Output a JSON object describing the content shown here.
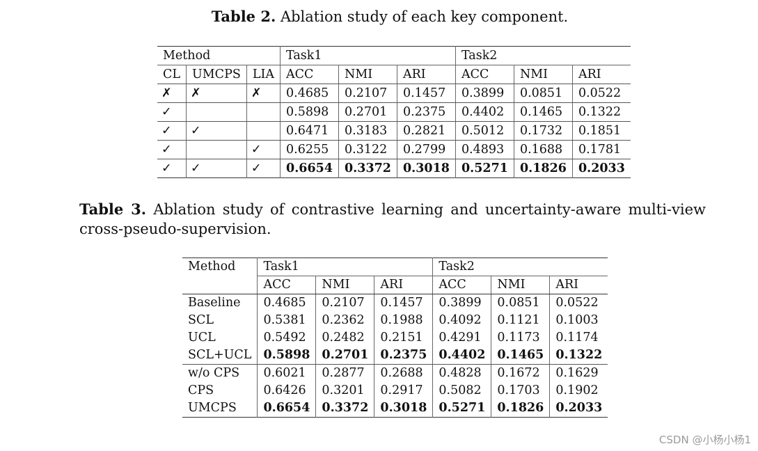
{
  "table2": {
    "caption_label": "Table 2.",
    "caption_text": "Ablation study of each key component.",
    "group_header": "Method",
    "task1": "Task1",
    "task2": "Task2",
    "col_headers": [
      "CL",
      "UMCPS",
      "LIA",
      "ACC",
      "NMI",
      "ARI",
      "ACC",
      "NMI",
      "ARI"
    ],
    "rows": [
      {
        "cl": "✗",
        "umcps": "✗",
        "lia": "✗",
        "v": [
          "0.4685",
          "0.2107",
          "0.1457",
          "0.3899",
          "0.0851",
          "0.0522"
        ]
      },
      {
        "cl": "✓",
        "umcps": "",
        "lia": "",
        "v": [
          "0.5898",
          "0.2701",
          "0.2375",
          "0.4402",
          "0.1465",
          "0.1322"
        ]
      },
      {
        "cl": "✓",
        "umcps": "✓",
        "lia": "",
        "v": [
          "0.6471",
          "0.3183",
          "0.2821",
          "0.5012",
          "0.1732",
          "0.1851"
        ]
      },
      {
        "cl": "✓",
        "umcps": "",
        "lia": "✓",
        "v": [
          "0.6255",
          "0.3122",
          "0.2799",
          "0.4893",
          "0.1688",
          "0.1781"
        ]
      },
      {
        "cl": "✓",
        "umcps": "✓",
        "lia": "✓",
        "v": [
          "0.6654",
          "0.3372",
          "0.3018",
          "0.5271",
          "0.1826",
          "0.2033"
        ]
      }
    ]
  },
  "table3": {
    "caption_label": "Table 3.",
    "caption_text": "Ablation study of contrastive learning and uncertainty-aware multi-view cross-pseudo-supervision.",
    "method_header": "Method",
    "task1": "Task1",
    "task2": "Task2",
    "col_headers": [
      "ACC",
      "NMI",
      "ARI",
      "ACC",
      "NMI",
      "ARI"
    ],
    "rows": [
      {
        "m": "Baseline",
        "v": [
          "0.4685",
          "0.2107",
          "0.1457",
          "0.3899",
          "0.0851",
          "0.0522"
        ]
      },
      {
        "m": "SCL",
        "v": [
          "0.5381",
          "0.2362",
          "0.1988",
          "0.4092",
          "0.1121",
          "0.1003"
        ]
      },
      {
        "m": "UCL",
        "v": [
          "0.5492",
          "0.2482",
          "0.2151",
          "0.4291",
          "0.1173",
          "0.1174"
        ]
      },
      {
        "m": "SCL+UCL",
        "v": [
          "0.5898",
          "0.2701",
          "0.2375",
          "0.4402",
          "0.1465",
          "0.1322"
        ]
      },
      {
        "m": "w/o CPS",
        "v": [
          "0.6021",
          "0.2877",
          "0.2688",
          "0.4828",
          "0.1672",
          "0.1629"
        ]
      },
      {
        "m": "CPS",
        "v": [
          "0.6426",
          "0.3201",
          "0.2917",
          "0.5082",
          "0.1703",
          "0.1902"
        ]
      },
      {
        "m": "UMCPS",
        "v": [
          "0.6654",
          "0.3372",
          "0.3018",
          "0.5271",
          "0.1826",
          "0.2033"
        ]
      }
    ]
  },
  "watermark": "CSDN @小杨小杨1"
}
